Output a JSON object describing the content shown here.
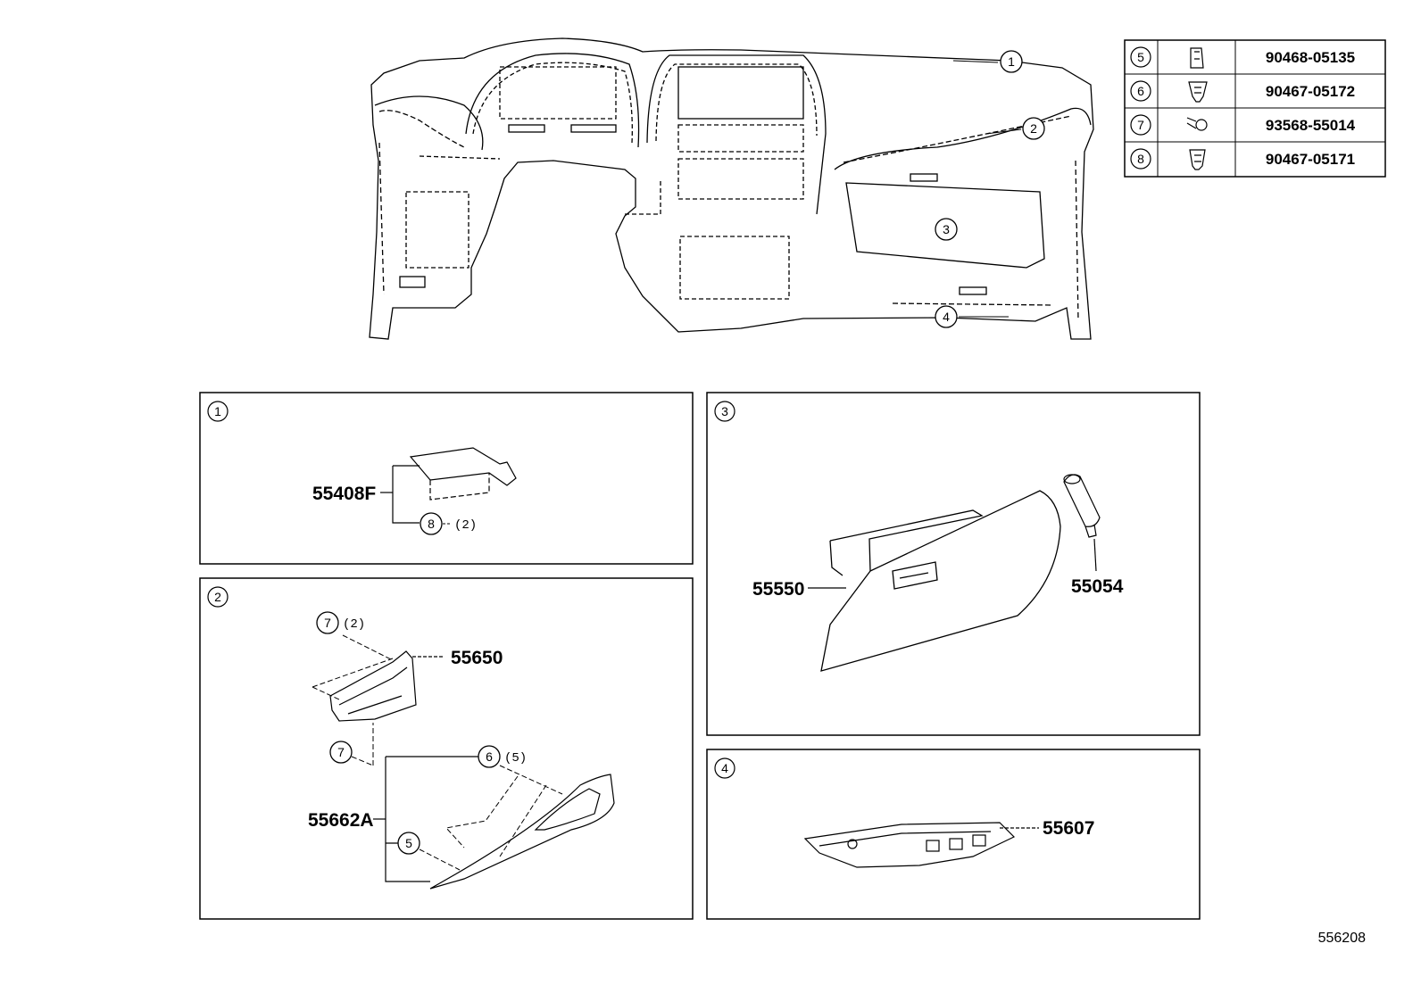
{
  "callouts_main": [
    "1",
    "2",
    "3",
    "4"
  ],
  "fastener_table": [
    {
      "ref": "5",
      "icon": "clip-icon",
      "part": "90468-05135"
    },
    {
      "ref": "6",
      "icon": "clip-icon",
      "part": "90467-05172"
    },
    {
      "ref": "7",
      "icon": "screw-icon",
      "part": "93568-55014"
    },
    {
      "ref": "8",
      "icon": "clip-icon",
      "part": "90467-05171"
    }
  ],
  "panels": {
    "p1": {
      "ref": "1",
      "part": "55408F",
      "fastener": "8",
      "qty": "(2)"
    },
    "p2": {
      "ref": "2",
      "part_top": "55650",
      "part_bottom": "55662A",
      "f7a": "7",
      "f7a_qty": "(2)",
      "f7b": "7",
      "f6": "6",
      "f6_qty": "(5)",
      "f5": "5"
    },
    "p3": {
      "ref": "3",
      "part_box": "55550",
      "part_lock": "55054"
    },
    "p4": {
      "ref": "4",
      "part": "55607"
    }
  },
  "diagram_id": "556208"
}
